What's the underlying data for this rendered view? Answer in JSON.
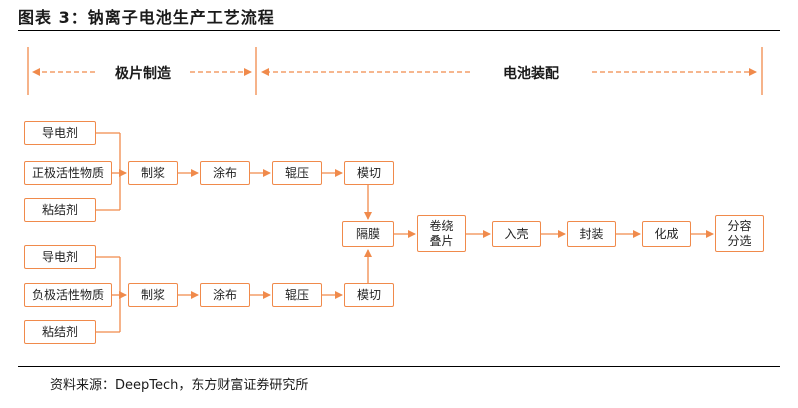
{
  "title": "图表 3：钠离子电池生产工艺流程",
  "source": "资料来源：DeepTech，东方财富证券研究所",
  "stages": {
    "electrode": "极片制造",
    "battery": "电池装配"
  },
  "positive": {
    "a": "导电剂",
    "b": "正极活性物质",
    "c": "粘结剂"
  },
  "negative": {
    "a": "导电剂",
    "b": "负极活性物质",
    "c": "粘结剂"
  },
  "upper_flow": {
    "mix": "制浆",
    "coat": "涂布",
    "roll": "辊压",
    "cut": "模切"
  },
  "lower_flow": {
    "mix": "制浆",
    "coat": "涂布",
    "roll": "辊压",
    "cut": "模切"
  },
  "main_flow": {
    "separator": "隔膜",
    "wind": "卷绕\n叠片",
    "case": "入壳",
    "seal": "封装",
    "formation": "化成",
    "grading": "分容\n分选"
  },
  "colors": {
    "accent": "#f08a4b"
  }
}
